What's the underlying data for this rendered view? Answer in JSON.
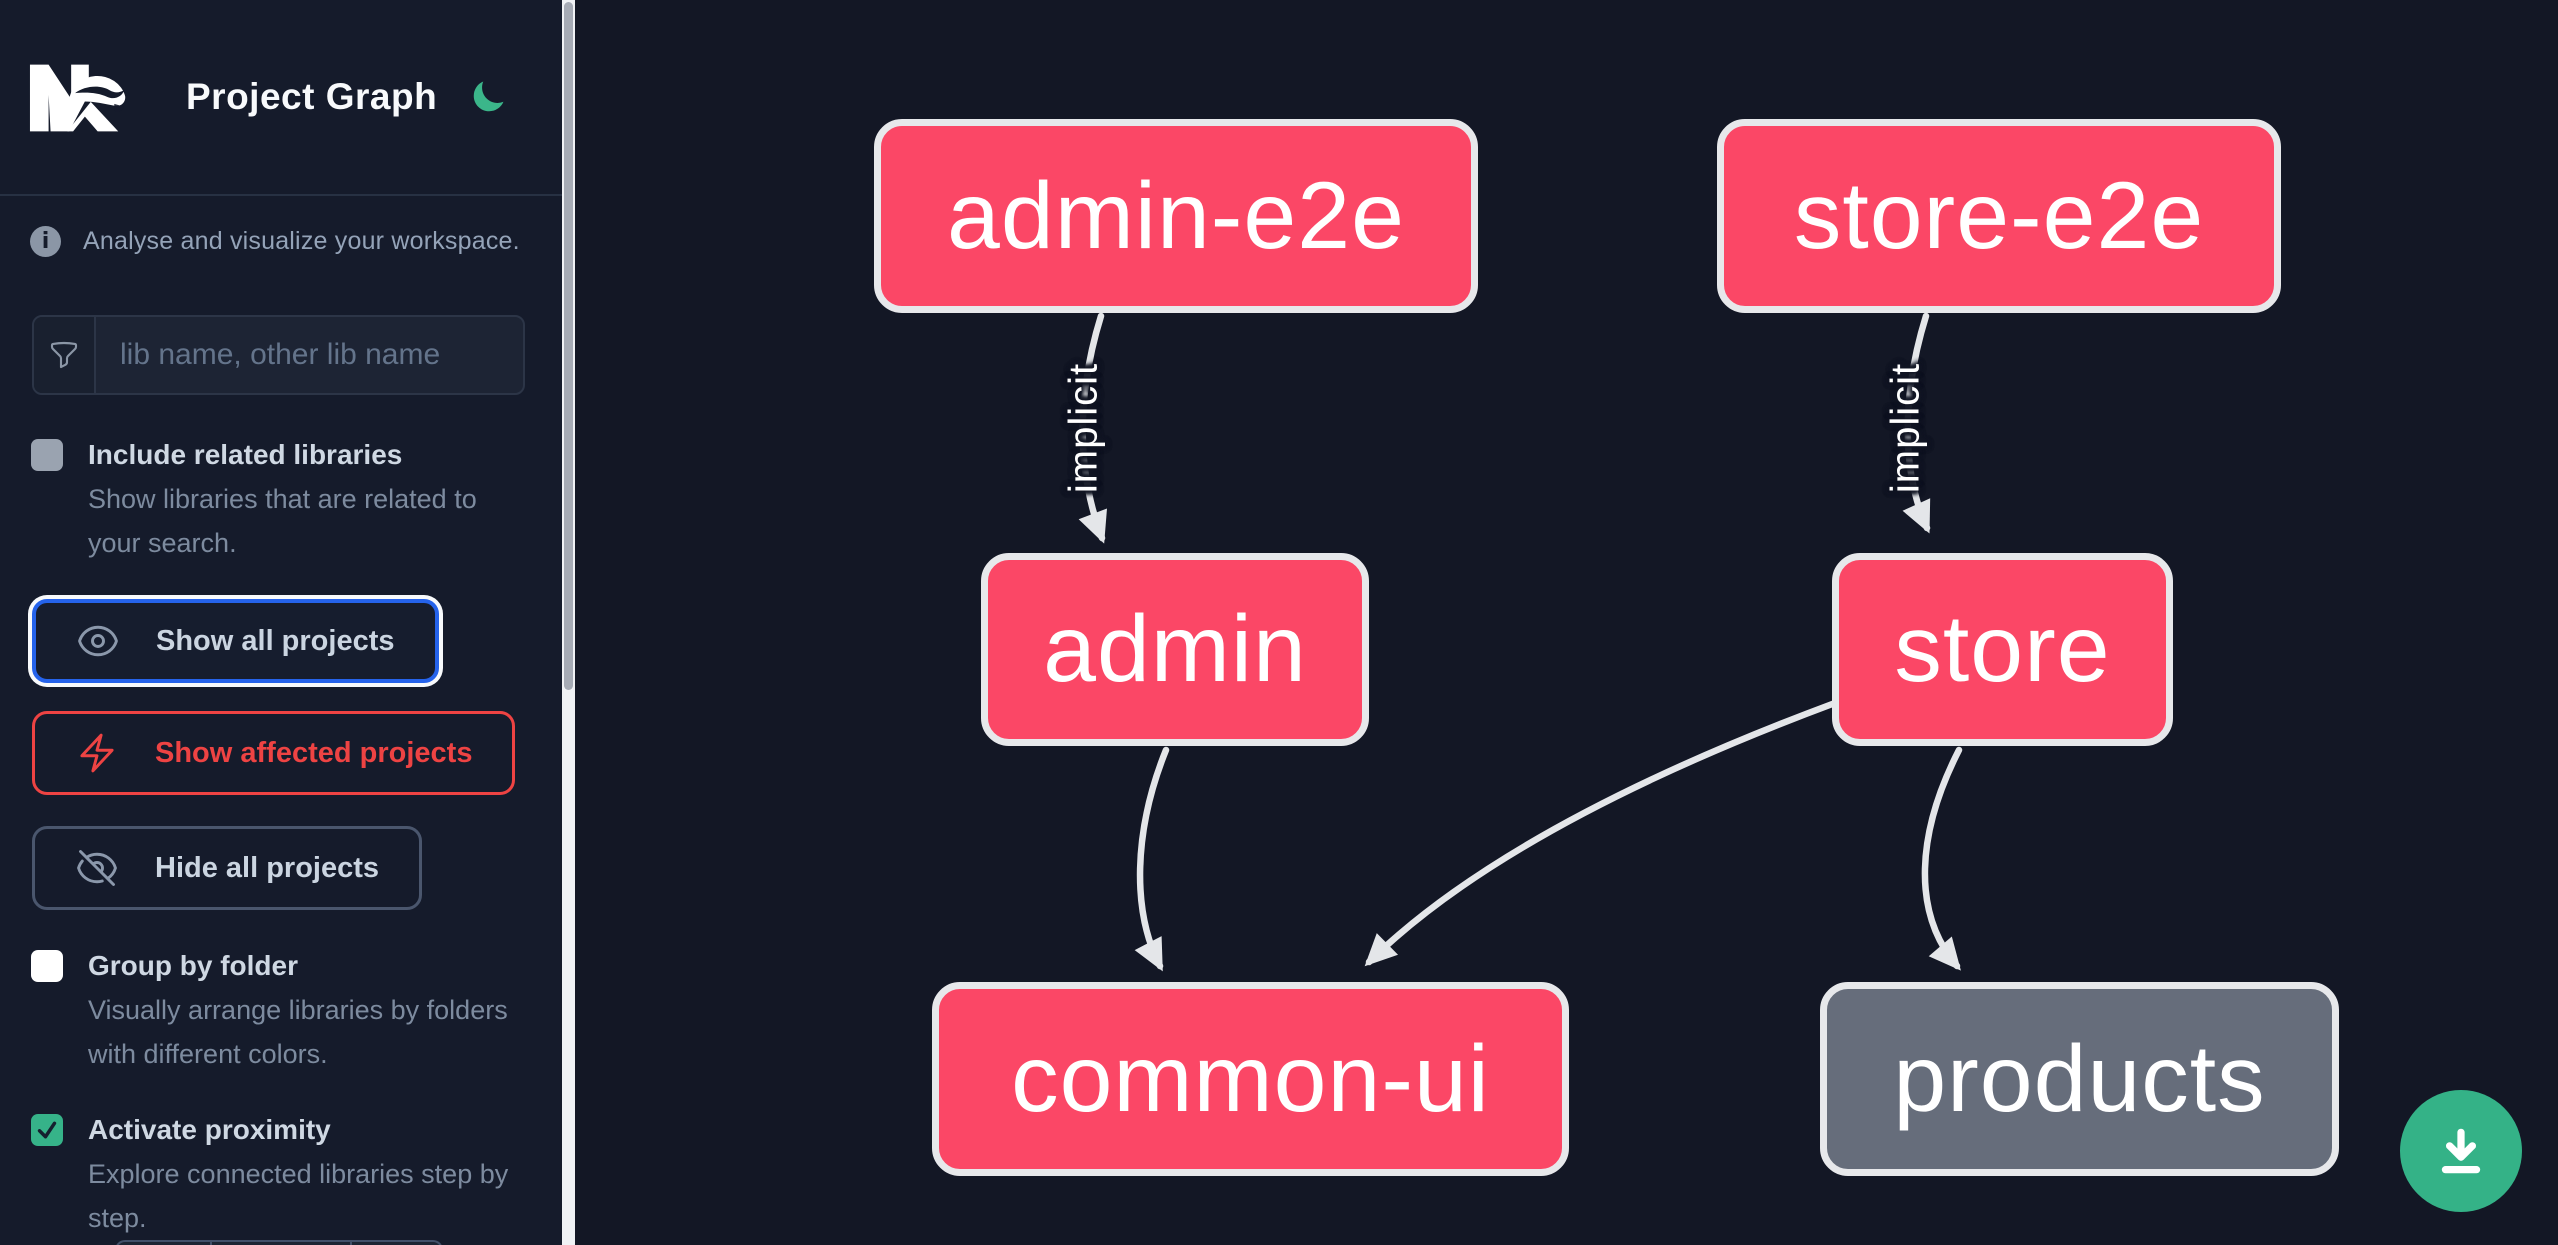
{
  "app": {
    "title": "Project Graph"
  },
  "sidebar": {
    "tagline": "Analyse and visualize your workspace.",
    "search_placeholder": "lib name, other lib name",
    "actions": [
      {
        "label": "Show all projects",
        "state": "focused"
      },
      {
        "label": "Show affected projects",
        "state": "affected"
      },
      {
        "label": "Hide all projects",
        "state": "default"
      }
    ],
    "toggles": [
      {
        "label": "Include related libraries",
        "description": "Show libraries that are related to your search.",
        "checked": false
      },
      {
        "label": "Group by folder",
        "description": "Visually arrange libraries by folders with different colors.",
        "checked": false
      },
      {
        "label": "Activate proximity",
        "description": "Explore connected libraries step by step.",
        "checked": true
      }
    ]
  },
  "graph": {
    "nodes": [
      {
        "id": "admin-e2e",
        "label": "admin-e2e",
        "color": "pink"
      },
      {
        "id": "store-e2e",
        "label": "store-e2e",
        "color": "pink"
      },
      {
        "id": "admin",
        "label": "admin",
        "color": "pink"
      },
      {
        "id": "store",
        "label": "store",
        "color": "pink"
      },
      {
        "id": "common-ui",
        "label": "common-ui",
        "color": "pink"
      },
      {
        "id": "products",
        "label": "products",
        "color": "gray"
      }
    ],
    "edges": [
      {
        "from": "admin-e2e",
        "to": "admin",
        "label": "implicit"
      },
      {
        "from": "store-e2e",
        "to": "store",
        "label": "implicit"
      },
      {
        "from": "admin",
        "to": "common-ui",
        "label": ""
      },
      {
        "from": "store",
        "to": "common-ui",
        "label": ""
      },
      {
        "from": "store",
        "to": "products",
        "label": ""
      }
    ]
  },
  "colors": {
    "accent_green": "#34b287",
    "node_pink": "#fb4766",
    "node_gray": "#666d7b",
    "affected_red": "#ee4343",
    "focus_blue": "#2563eb",
    "edge_gray": "#e4e6e9"
  }
}
